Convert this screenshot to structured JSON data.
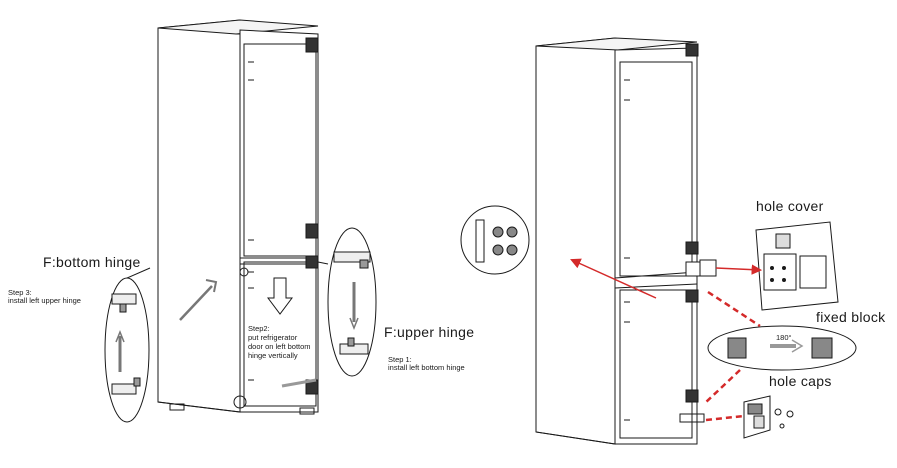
{
  "labels": {
    "bottom_hinge_title": "F:bottom hinge",
    "upper_hinge_title": "F:upper hinge",
    "step1": "Step 1:",
    "step1_desc": "install left bottom hinge",
    "step2_l1": "Step2:",
    "step2_l2": "put refrigerator",
    "step2_l3": "door on left bottom",
    "step2_l4": "hinge vertically",
    "step3": "Step 3:",
    "step3_desc": "install left upper hinge",
    "hole_cover": "hole cover",
    "fixed_block": "fixed block",
    "hole_caps": "hole caps",
    "rotation": "180°"
  },
  "colors": {
    "line": "#1a1a1a",
    "arrow_red": "#d42a2a",
    "callout_grey": "#9a9a9a"
  }
}
